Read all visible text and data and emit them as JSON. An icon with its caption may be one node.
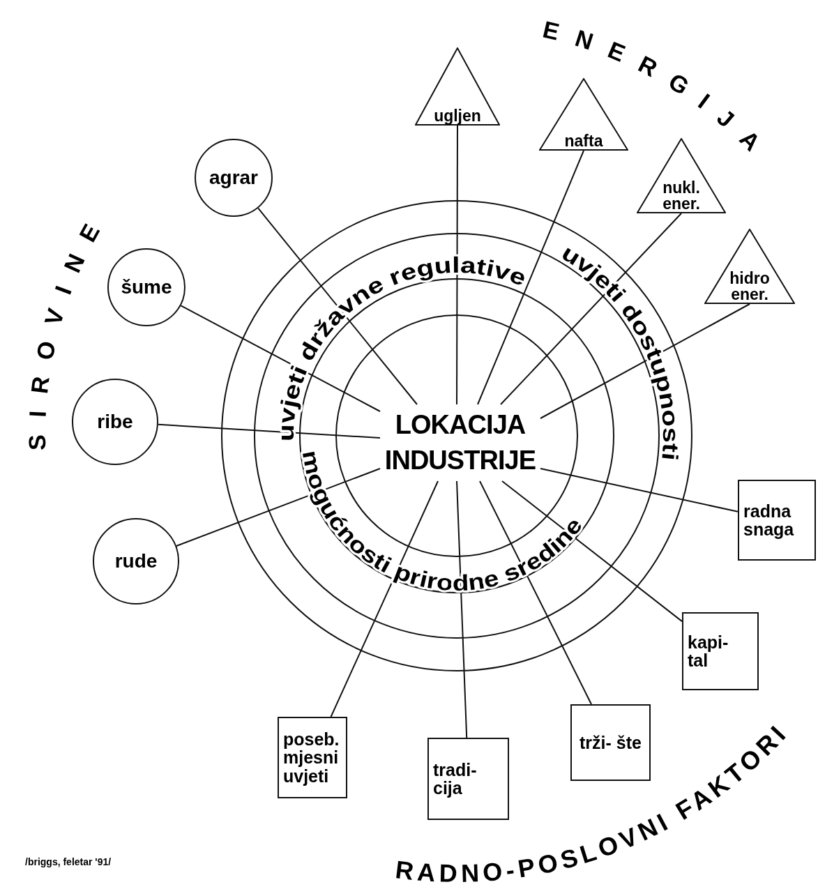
{
  "diagram": {
    "nodes": [
      {
        "text": [
          "LOKACIJA INDUSTRIJE"
        ]
      },
      {
        "text": [
          "agrar"
        ]
      },
      {
        "text": [
          "šume"
        ]
      },
      {
        "text": [
          "ribe"
        ]
      },
      {
        "text": [
          "rude"
        ]
      },
      {
        "text": [
          "ugljen"
        ]
      },
      {
        "text": [
          "nafta"
        ]
      },
      {
        "text": [
          "nukl. ener."
        ]
      },
      {
        "text": [
          "hidro ener."
        ]
      },
      {
        "text": [
          "radna snaga"
        ]
      },
      {
        "text": [
          "kapi- tal"
        ]
      },
      {
        "text": [
          "trži- šte"
        ]
      },
      {
        "text": [
          "tradi- cija"
        ]
      },
      {
        "text": [
          "poseb. mjesni uvjeti"
        ]
      }
    ],
    "edges": [
      {
        "from": 0,
        "to": 1,
        "arrow": "none"
      },
      {
        "from": 0,
        "to": 2,
        "arrow": "none"
      },
      {
        "from": 0,
        "to": 3,
        "arrow": "none"
      },
      {
        "from": 0,
        "to": 4,
        "arrow": "none"
      },
      {
        "from": 0,
        "to": 5,
        "arrow": "none"
      },
      {
        "from": 0,
        "to": 6,
        "arrow": "none"
      },
      {
        "from": 0,
        "to": 7,
        "arrow": "none"
      },
      {
        "from": 0,
        "to": 8,
        "arrow": "none"
      },
      {
        "from": 0,
        "to": 9,
        "arrow": "none"
      },
      {
        "from": 0,
        "to": 10,
        "arrow": "none"
      },
      {
        "from": 0,
        "to": 11,
        "arrow": "none"
      },
      {
        "from": 0,
        "to": 12,
        "arrow": "none"
      },
      {
        "from": 0,
        "to": 13,
        "arrow": "none"
      }
    ],
    "labels": [
      "ENERGIJA",
      "SIROVINE",
      "uvjeti državne regulative",
      "uvjeti dostupnosti",
      "mogućnosti prirodne sredine",
      "RADNO-POSLOVNI FAKTORI",
      "/briggs, feletar '91/"
    ]
  }
}
